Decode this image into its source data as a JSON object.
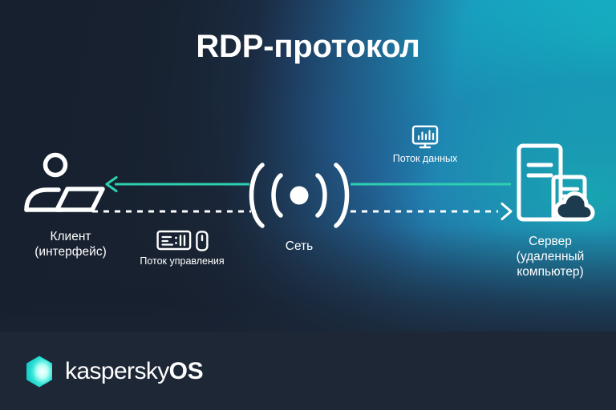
{
  "page": {
    "title": "RDP-протокол",
    "background_colors": {
      "dark_navy": "#16202f",
      "bottom_bar": "#1d2736",
      "teal": "#17a9bd",
      "blue": "#2b72bd"
    }
  },
  "diagram": {
    "nodes": [
      {
        "id": "client",
        "icon": "person-at-laptop-icon",
        "label": "Клиент\n(интерфейс)"
      },
      {
        "id": "network",
        "icon": "network-signal-icon",
        "label": "Сеть"
      },
      {
        "id": "server",
        "icon": "server-cloud-icon",
        "label": "Сервер\n(удаленный\nкомпьютер)"
      }
    ],
    "flows": [
      {
        "id": "data-stream",
        "label": "Поток данных",
        "icon": "monitor-chart-icon",
        "style": "solid",
        "color": "#2ecfb0",
        "direction": "server-to-client"
      },
      {
        "id": "control-stream",
        "label": "Поток управления",
        "icons": [
          "keyboard-icon",
          "mouse-icon"
        ],
        "style": "dashed",
        "color": "#ffffff",
        "direction": "client-to-server"
      }
    ]
  },
  "logo": {
    "mark": "kaspersky-hexagon-icon",
    "name_main": "kaspersky",
    "name_suffix": "OS",
    "mark_color": "#25e0d4"
  }
}
